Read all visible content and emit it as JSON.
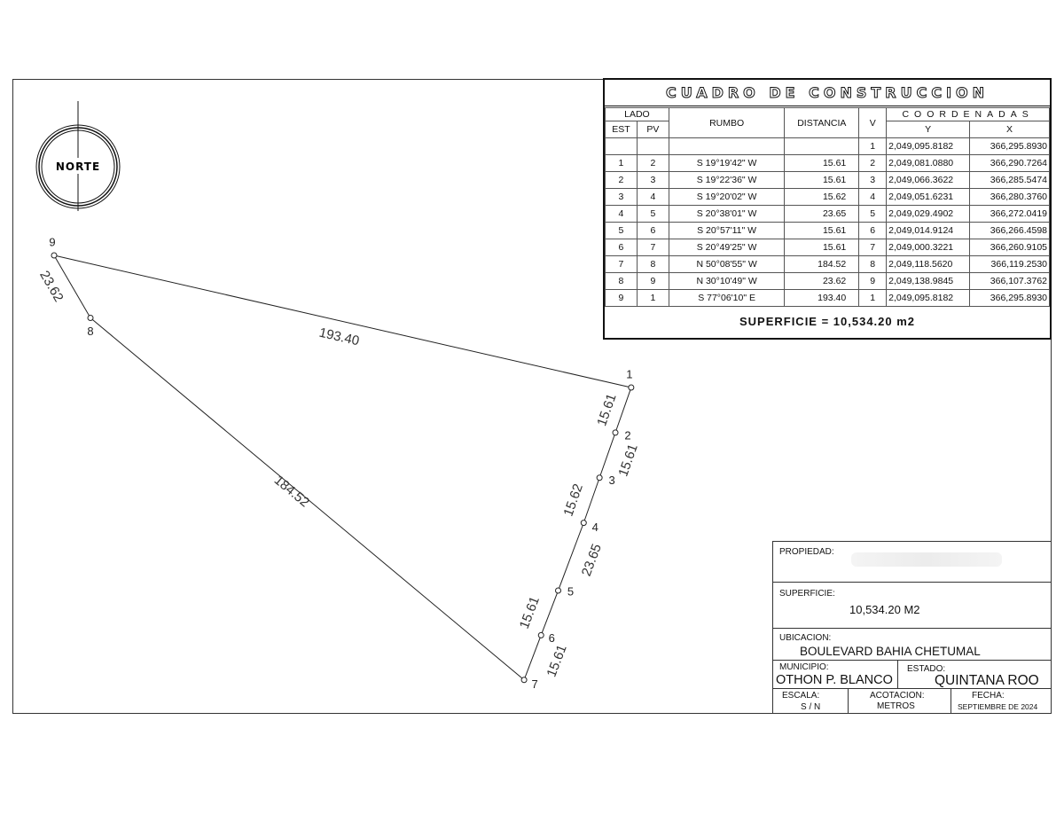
{
  "north": {
    "label": "NORTE"
  },
  "table": {
    "title": "CUADRO DE CONSTRUCCION",
    "headers": {
      "lado": "LADO",
      "est": "EST",
      "pv": "PV",
      "rumbo": "RUMBO",
      "distancia": "DISTANCIA",
      "v": "V",
      "coordenadas": "COORDENADAS",
      "y": "Y",
      "x": "X"
    },
    "first_vertex": {
      "v": "1",
      "y": "2,049,095.8182",
      "x": "366,295.8930"
    },
    "rows": [
      {
        "est": "1",
        "pv": "2",
        "rumbo": "S 19°19'42\" W",
        "dist": "15.61",
        "v": "2",
        "y": "2,049,081.0880",
        "x": "366,290.7264"
      },
      {
        "est": "2",
        "pv": "3",
        "rumbo": "S 19°22'36\" W",
        "dist": "15.61",
        "v": "3",
        "y": "2,049,066.3622",
        "x": "366,285.5474"
      },
      {
        "est": "3",
        "pv": "4",
        "rumbo": "S 19°20'02\" W",
        "dist": "15.62",
        "v": "4",
        "y": "2,049,051.6231",
        "x": "366,280.3760"
      },
      {
        "est": "4",
        "pv": "5",
        "rumbo": "S 20°38'01\" W",
        "dist": "23.65",
        "v": "5",
        "y": "2,049,029.4902",
        "x": "366,272.0419"
      },
      {
        "est": "5",
        "pv": "6",
        "rumbo": "S 20°57'11\" W",
        "dist": "15.61",
        "v": "6",
        "y": "2,049,014.9124",
        "x": "366,266.4598"
      },
      {
        "est": "6",
        "pv": "7",
        "rumbo": "S 20°49'25\" W",
        "dist": "15.61",
        "v": "7",
        "y": "2,049,000.3221",
        "x": "366,260.9105"
      },
      {
        "est": "7",
        "pv": "8",
        "rumbo": "N 50°08'55\" W",
        "dist": "184.52",
        "v": "8",
        "y": "2,049,118.5620",
        "x": "366,119.2530"
      },
      {
        "est": "8",
        "pv": "9",
        "rumbo": "N 30°10'49\" W",
        "dist": "23.62",
        "v": "9",
        "y": "2,049,138.9845",
        "x": "366,107.3762"
      },
      {
        "est": "9",
        "pv": "1",
        "rumbo": "S 77°06'10\" E",
        "dist": "193.40",
        "v": "1",
        "y": "2,049,095.8182",
        "x": "366,295.8930"
      }
    ],
    "superficie": "SUPERFICIE = 10,534.20 m2"
  },
  "plot": {
    "vertices": [
      {
        "label": "1",
        "y": 2049095.8182,
        "x": 366295.893
      },
      {
        "label": "2",
        "y": 2049081.088,
        "x": 366290.7264
      },
      {
        "label": "3",
        "y": 2049066.3622,
        "x": 366285.5474
      },
      {
        "label": "4",
        "y": 2049051.6231,
        "x": 366280.376
      },
      {
        "label": "5",
        "y": 2049029.4902,
        "x": 366272.0419
      },
      {
        "label": "6",
        "y": 2049014.9124,
        "x": 366266.4598
      },
      {
        "label": "7",
        "y": 2049000.3221,
        "x": 366260.9105
      },
      {
        "label": "8",
        "y": 2049118.562,
        "x": 366119.253
      },
      {
        "label": "9",
        "y": 2049138.9845,
        "x": 366107.3762
      }
    ],
    "sides": [
      {
        "from": "1",
        "to": "2",
        "label": "15.61"
      },
      {
        "from": "2",
        "to": "3",
        "label": "15.61"
      },
      {
        "from": "3",
        "to": "4",
        "label": "15.62"
      },
      {
        "from": "4",
        "to": "5",
        "label": "23.65"
      },
      {
        "from": "5",
        "to": "6",
        "label": "15.61"
      },
      {
        "from": "6",
        "to": "7",
        "label": "15.61"
      },
      {
        "from": "7",
        "to": "8",
        "label": "184.52"
      },
      {
        "from": "8",
        "to": "9",
        "label": "23.62"
      },
      {
        "from": "9",
        "to": "1",
        "label": "193.40"
      }
    ]
  },
  "title_block": {
    "propiedad_label": "PROPIEDAD:",
    "superficie_label": "SUPERFICIE:",
    "superficie_value": "10,534.20 M2",
    "ubicacion_label": "UBICACION:",
    "ubicacion_value": "BOULEVARD BAHIA CHETUMAL",
    "municipio_label": "MUNICIPIO:",
    "municipio_value": "OTHON P. BLANCO",
    "estado_label": "ESTADO:",
    "estado_value": "QUINTANA ROO",
    "escala_label": "ESCALA:",
    "escala_value": "S / N",
    "acotacion_label": "ACOTACION:",
    "acotacion_value": "METROS",
    "fecha_label": "FECHA:",
    "fecha_value": "SEPTIEMBRE DE 2024"
  }
}
